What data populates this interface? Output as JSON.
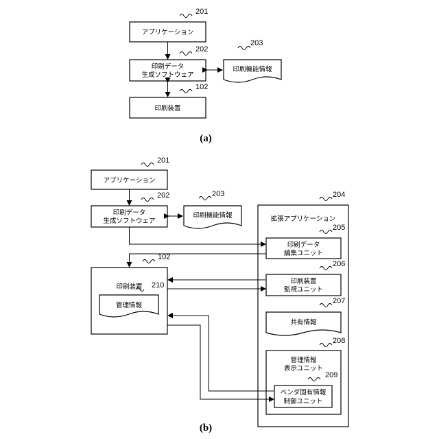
{
  "diagram_a": {
    "caption": "(a)",
    "app": {
      "ref": "201",
      "label": "アプリケーション"
    },
    "gen": {
      "ref": "202",
      "line1": "印刷データ",
      "line2": "生成ソフトウェア"
    },
    "func": {
      "ref": "203",
      "label": "印刷機能情報"
    },
    "printer": {
      "ref": "102",
      "label": "印刷装置"
    }
  },
  "diagram_b": {
    "caption": "(b)",
    "app": {
      "ref": "201",
      "label": "アプリケーション"
    },
    "gen": {
      "ref": "202",
      "line1": "印刷データ",
      "line2": "生成ソフトウェア"
    },
    "func": {
      "ref": "203",
      "label": "印刷機能情報"
    },
    "ext": {
      "ref": "204",
      "label": "拡張アプリケーション"
    },
    "edit": {
      "ref": "205",
      "line1": "印刷データ",
      "line2": "編集ユニット"
    },
    "monitor": {
      "ref": "206",
      "line1": "印刷装置",
      "line2": "監視ユニット"
    },
    "shared": {
      "ref": "207",
      "label": "共有情報"
    },
    "mgmt_disp": {
      "ref": "208",
      "line1": "管理情報",
      "line2": "表示ユニット"
    },
    "vendor": {
      "ref": "209",
      "line1": "ベンダ固有情報",
      "line2": "制御ユニット"
    },
    "printer": {
      "ref": "102",
      "label": "印刷装置"
    },
    "mgmt": {
      "ref": "210",
      "label": "管理情報"
    }
  }
}
